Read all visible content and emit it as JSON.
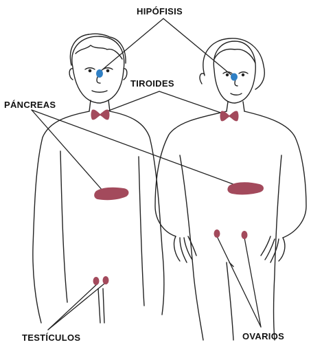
{
  "labels": {
    "hipofisis": "HIPÓFISIS",
    "tiroides": "TIROIDES",
    "pancreas": "PÁNCREAS",
    "testiculos": "TESTÍCULOS",
    "ovarios": "OVARIOS"
  },
  "colors": {
    "outline": "#222222",
    "pituitary": "#2f7fc4",
    "gland": "#a34a5c",
    "gland_light": "#c07585"
  }
}
